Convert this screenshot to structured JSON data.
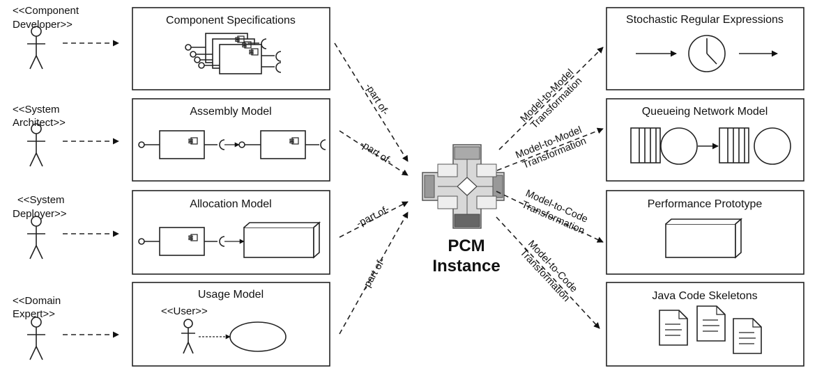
{
  "roles": [
    {
      "line1": "<<Component",
      "line2": "Developer>>"
    },
    {
      "line1": "<<System",
      "line2": "Architect>>"
    },
    {
      "line1": "<<System",
      "line2": "Deployer>>"
    },
    {
      "line1": "<<Domain",
      "line2": "Expert>>"
    }
  ],
  "left_models": [
    {
      "title": "Component Specifications"
    },
    {
      "title": "Assembly Model"
    },
    {
      "title": "Allocation Model"
    },
    {
      "title": "Usage Model",
      "actor_label": "<<User>>"
    }
  ],
  "part_of_label": "part of",
  "center": {
    "line1": "PCM",
    "line2": "Instance"
  },
  "right_models": [
    {
      "title": "Stochastic Regular Expressions"
    },
    {
      "title": "Queueing Network Model"
    },
    {
      "title": "Performance Prototype"
    },
    {
      "title": "Java Code Skeletons"
    }
  ],
  "transformations": [
    {
      "line1": "Model-to-Model",
      "line2": "Transformation"
    },
    {
      "line1": "Model-to-Model",
      "line2": "Transformation"
    },
    {
      "line1": "Model-to-Code",
      "line2": "Transformation"
    },
    {
      "line1": "Model-to-Code",
      "line2": "Transformation"
    }
  ]
}
